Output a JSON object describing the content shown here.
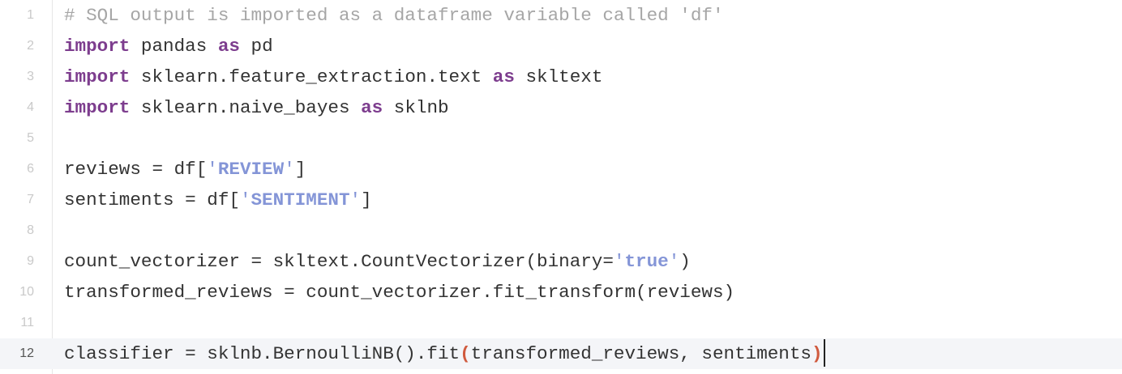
{
  "editor": {
    "line_numbers": [
      "1",
      "2",
      "3",
      "4",
      "5",
      "6",
      "7",
      "8",
      "9",
      "10",
      "11",
      "12"
    ],
    "active_line": "12",
    "l1": {
      "comment": "# SQL output is imported as a dataframe variable called 'df'"
    },
    "l2": {
      "kw1": "import",
      "t1": " pandas ",
      "kw2": "as",
      "t2": " pd"
    },
    "l3": {
      "kw1": "import",
      "t1": " sklearn.feature_extraction.text ",
      "kw2": "as",
      "t2": " skltext"
    },
    "l4": {
      "kw1": "import",
      "t1": " sklearn.naive_bayes ",
      "kw2": "as",
      "t2": " sklnb"
    },
    "l6": {
      "t1": "reviews = df[",
      "q1": "'",
      "s": "REVIEW",
      "q2": "'",
      "t2": "]"
    },
    "l7": {
      "t1": "sentiments = df[",
      "q1": "'",
      "s": "SENTIMENT",
      "q2": "'",
      "t2": "]"
    },
    "l9": {
      "t1": "count_vectorizer = skltext.CountVectorizer(binary=",
      "q1": "'",
      "s": "true",
      "q2": "'",
      "t2": ")"
    },
    "l10": {
      "t1": "transformed_reviews = count_vectorizer.fit_transform(reviews)"
    },
    "l12": {
      "t1": "classifier = sklnb.BernoulliNB().fit",
      "b1": "(",
      "t2": "transformed_reviews, sentiments",
      "b2": ")"
    }
  },
  "colors": {
    "keyword": "#7d3d8e",
    "string": "#8495d7",
    "comment": "#a6a6a6",
    "matching_bracket": "#d05a3e",
    "active_line_bg": "#f4f5f8"
  }
}
